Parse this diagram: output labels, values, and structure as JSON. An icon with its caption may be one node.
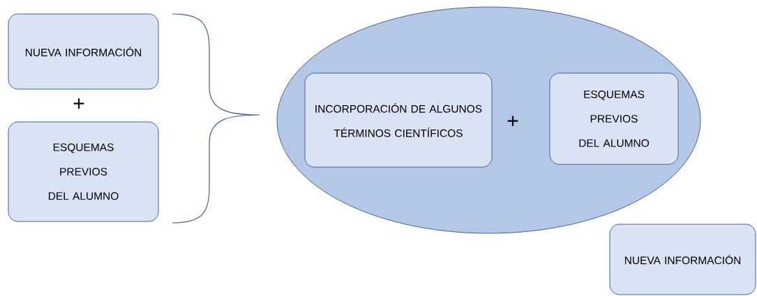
{
  "diagram": {
    "nodes": [
      {
        "text": [
          "NUEVA INFORMACIÓN"
        ]
      },
      {
        "text": [
          "ESQUEMAS PREVIOS DEL ALUMNO"
        ]
      },
      {
        "text": [],
        "shape": "ellipse"
      },
      {
        "text": [
          "INCORPORACIÓN DE ALGUNOS TÉRMINOS CIENTÍFICOS"
        ],
        "in": 2
      },
      {
        "text": [
          "ESQUEMAS PREVIOS DEL ALUMNO"
        ],
        "in": 2
      },
      {
        "text": [
          "NUEVA INFORMACIÓN"
        ]
      }
    ],
    "labels": [
      "+",
      "+"
    ]
  }
}
